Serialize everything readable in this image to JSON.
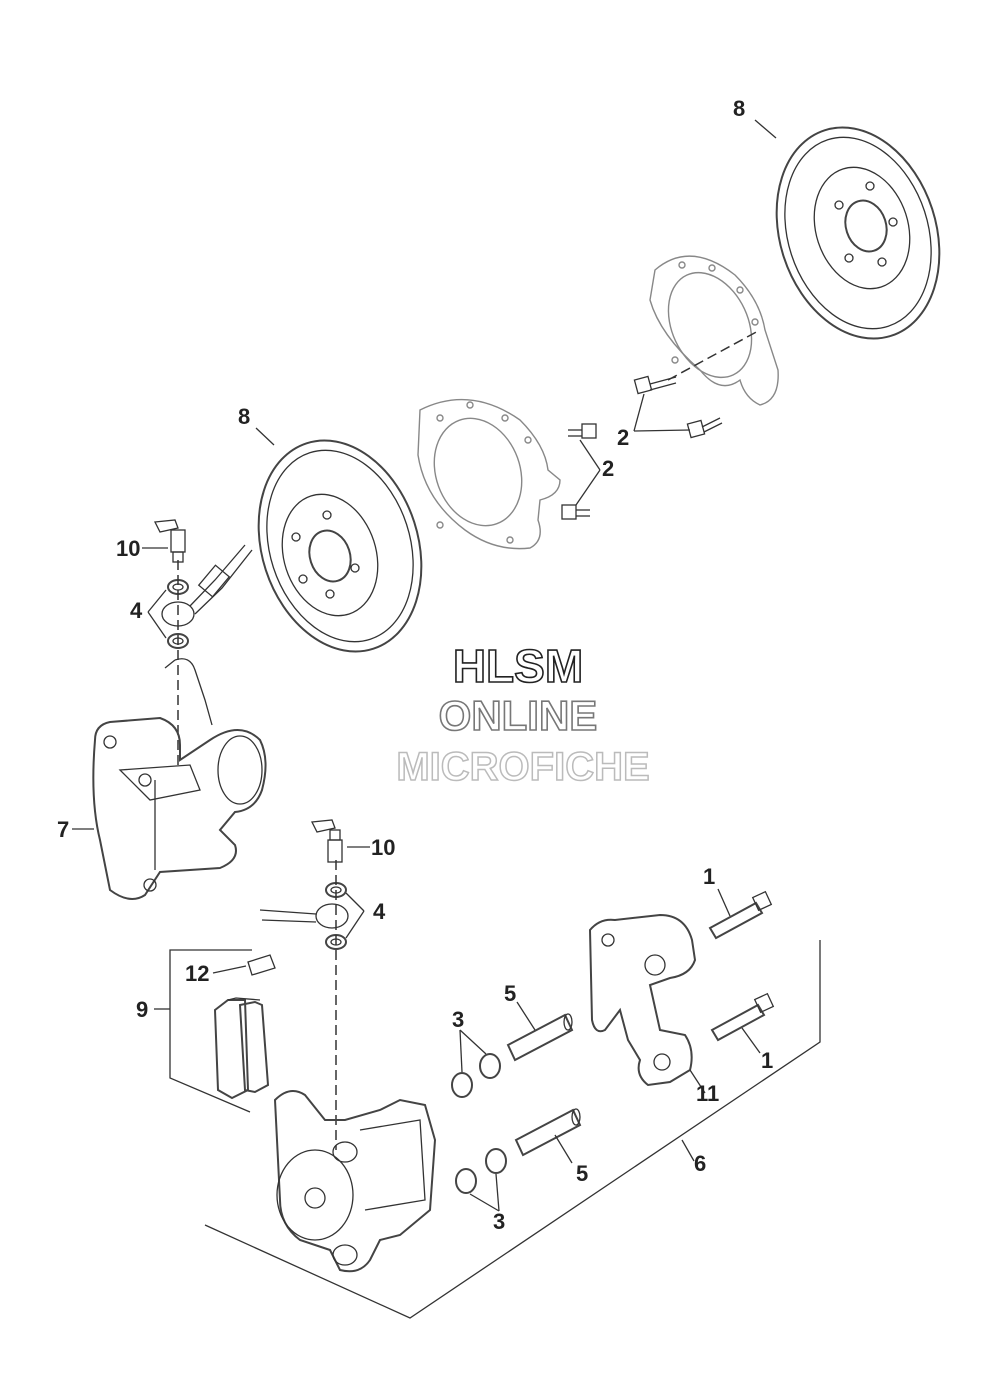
{
  "callouts": {
    "c1a": "1",
    "c1b": "1",
    "c2a": "2",
    "c2b": "2",
    "c3a": "3",
    "c3b": "3",
    "c4a": "4",
    "c4b": "4",
    "c5a": "5",
    "c5b": "5",
    "c6": "6",
    "c7": "7",
    "c8a": "8",
    "c8b": "8",
    "c9": "9",
    "c10a": "10",
    "c10b": "10",
    "c11": "11",
    "c12": "12"
  },
  "watermark": {
    "line1": "HLSM",
    "line2": "ONLINE",
    "line3": "MICROFICHE"
  }
}
